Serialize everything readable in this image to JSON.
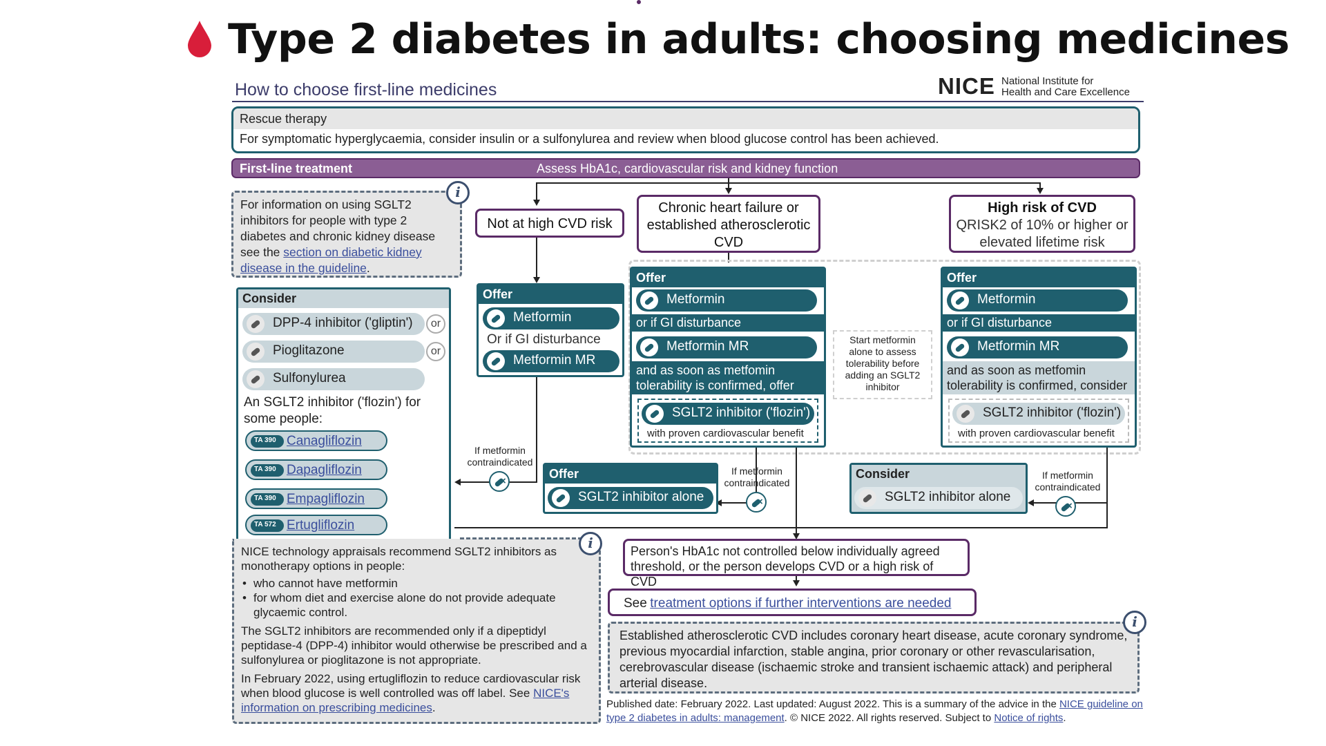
{
  "header": {
    "title": "Type 2 diabetes in adults: choosing medicines",
    "drop_icon": "blood-drop-icon",
    "drop_color": "#d81e3a"
  },
  "poster": {
    "subtitle": "How to choose first-line medicines",
    "logo": "NICE",
    "logo_org_line1": "National Institute for",
    "logo_org_line2": "Health and Care Excellence"
  },
  "rescue": {
    "heading": "Rescue therapy",
    "text": "For symptomatic hyperglycaemia, consider insulin or a sulfonylurea and review when blood glucose control has been achieved."
  },
  "first_line": {
    "label": "First-line treatment",
    "assess": "Assess HbA1c, cardiovascular risk and kidney function"
  },
  "sglt2_info": {
    "text_before": "For information on using SGLT2 inhibitors for people with type 2 diabetes and chronic kidney disease see the",
    "link": "section on diabetic kidney disease in the guideline",
    "text_after": "."
  },
  "consider_left": {
    "heading": "Consider",
    "drug1": "DPP-4 inhibitor ('gliptin')",
    "drug2": "Pioglitazone",
    "drug3": "Sulfonylurea",
    "or1": "or",
    "or2": "or",
    "sglt2_note": "An SGLT2 inhibitor ('flozin') for some people:",
    "ta_drugs": [
      {
        "badge": "TA 390",
        "name": "Canagliflozin"
      },
      {
        "badge": "TA 390",
        "name": "Dapagliflozin"
      },
      {
        "badge": "TA 390",
        "name": "Empagliflozin"
      },
      {
        "badge": "TA 572",
        "name": "Ertugliflozin"
      }
    ]
  },
  "not_high": {
    "header": "Not at high CVD risk",
    "offer": "Offer",
    "drug1": "Metformin",
    "or_gi": "Or if GI disturbance",
    "drug2": "Metformin MR"
  },
  "chronic": {
    "header": "Chronic heart failure or established atherosclerotic CVD",
    "offer": "Offer",
    "drug1": "Metformin",
    "gi": "or if GI disturbance",
    "drug2": "Metformin MR",
    "then": "and as soon as metfomin tolerability is confirmed, offer",
    "drug3": "SGLT2 inhibitor ('flozin')",
    "benefit": "with proven cardiovascular benefit"
  },
  "start_note": "Start metformin alone to assess tolerability before adding an SGLT2 inhibitor",
  "high_risk": {
    "header": "High risk of CVD",
    "sub": "QRISK2 of 10% or higher or elevated lifetime risk",
    "offer": "Offer",
    "drug1": "Metformin",
    "gi": "or if GI disturbance",
    "drug2": "Metformin MR",
    "then": "and as soon as metfomin tolerability is confirmed, consider",
    "drug3": "SGLT2 inhibitor ('flozin')",
    "benefit": "with proven cardiovascular benefit"
  },
  "contra": {
    "left": "If metformin contraindicated",
    "middle": "If metformin contraindicated",
    "right": "If metformin contraindicated"
  },
  "offer_alone": {
    "heading": "Offer",
    "drug": "SGLT2 inhibitor alone"
  },
  "consider_alone": {
    "heading": "Consider",
    "drug": "SGLT2 inhibitor alone"
  },
  "hba1c": {
    "text": "Person's HbA1c not controlled below individually agreed threshold, or the person develops CVD or a high risk of CVD"
  },
  "see": {
    "prefix": "See",
    "link": "treatment options if further interventions are needed"
  },
  "ta_info": {
    "intro": "NICE technology appraisals recommend SGLT2 inhibitors as monotherapy options in people:",
    "bullet1": "who cannot have metformin",
    "bullet2": "for whom diet and exercise alone do not provide adequate glycaemic control.",
    "para2": "The SGLT2 inhibitors are recommended only if a dipeptidyl peptidase-4 (DPP-4) inhibitor would otherwise be prescribed and a sulfonylurea or pioglitazone is not appropriate.",
    "para3_before": "In February 2022, using ertugliflozin to reduce cardiovascular risk when blood glucose is well controlled was off label. See",
    "para3_link": "NICE's information on prescribing medicines",
    "para3_after": "."
  },
  "cvd_info": {
    "text": "Established atherosclerotic CVD includes coronary heart disease, acute coronary syndrome, previous myocardial infarction, stable angina, prior coronary or other revascularisation, cerebrovascular disease (ischaemic stroke and transient ischaemic attack) and peripheral arterial disease."
  },
  "footer": {
    "text1": "Published date: February 2022. Last updated: August 2022. This is a summary of the advice in the",
    "link1": "NICE guideline on type 2 diabetes in adults: management",
    "text2": ". © NICE 2022. All rights reserved. Subject to",
    "link2": "Notice of rights",
    "text3": "."
  },
  "colors": {
    "teal": "#1f5f6e",
    "purple": "#5a2a66",
    "purple_bar": "#8b5e94",
    "light_teal": "#c9d6db",
    "link": "#3a4e9c"
  },
  "info_icon": "i"
}
